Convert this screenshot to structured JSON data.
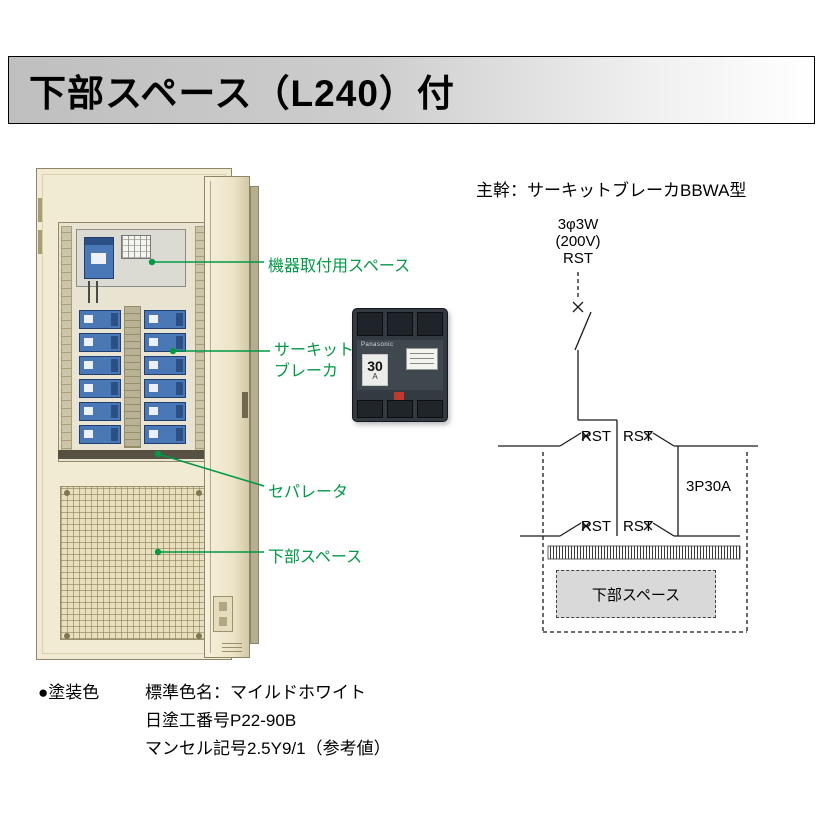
{
  "title": "下部スペース（L240）付",
  "callouts": {
    "equipment_space": "機器取付用スペース",
    "breaker_line1": "サーキット",
    "breaker_line2": "ブレーカ",
    "separator": "セパレータ",
    "lower_space": "下部スペース"
  },
  "product_photo": {
    "brand": "Panasonic",
    "rating": "30",
    "unit": "A"
  },
  "diagram": {
    "heading": "主幹：サーキットブレーカBBWA型",
    "source": {
      "line1": "3φ3W",
      "line2": "(200V)",
      "line3": "RST"
    },
    "rst": "RST",
    "branch_rating": "3P30A",
    "lower_space_label": "下部スペース"
  },
  "footer": {
    "category": "●塗装色",
    "line1": "標準色名：マイルドホワイト",
    "line2": "日塗工番号P22-90B",
    "line3": "マンセル記号2.5Y9/1（参考値）"
  },
  "colors": {
    "callout_green": "#009944",
    "cabinet_cream": "#f2ebd4",
    "breaker_blue": "#4a77b6",
    "title_gradient_gray": "#bfbfbf"
  }
}
